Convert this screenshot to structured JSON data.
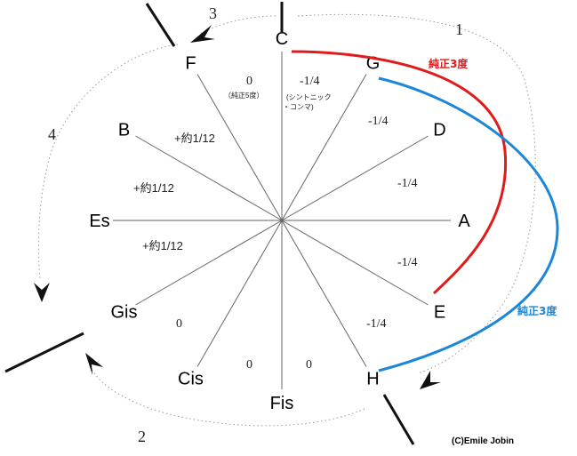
{
  "notes": [
    {
      "name": "C",
      "angle": -90
    },
    {
      "name": "G",
      "angle": -60
    },
    {
      "name": "D",
      "angle": -30
    },
    {
      "name": "A",
      "angle": 0
    },
    {
      "name": "E",
      "angle": 30
    },
    {
      "name": "H",
      "angle": 60
    },
    {
      "name": "Fis",
      "angle": 90
    },
    {
      "name": "Cis",
      "angle": 120
    },
    {
      "name": "Gis",
      "angle": 150
    },
    {
      "name": "Es",
      "angle": 180
    },
    {
      "name": "B",
      "angle": 210
    },
    {
      "name": "F",
      "angle": 240
    }
  ],
  "temperaments": {
    "cf": "0",
    "cf_sub": "（純正5度）",
    "cg": "-1/4",
    "cg_sub1": "(シントニック",
    "cg_sub2": "・コンマ)",
    "gd": "-1/4",
    "da": "-1/4",
    "ae": "-1/4",
    "eh": "-1/4",
    "fb": "+約1/12",
    "bes": "+約1/12",
    "esgis": "+約1/12",
    "giscis": "0",
    "cisfis": "0",
    "fish": "0"
  },
  "arrows": {
    "one": "1",
    "two": "2",
    "three": "3",
    "four": "4"
  },
  "thirds": {
    "red_label": "純正3度",
    "blue_label": "純正3度",
    "red_color": "#e01b1b",
    "blue_color": "#1c86d8"
  },
  "credit": "(C)Emile Jobin"
}
